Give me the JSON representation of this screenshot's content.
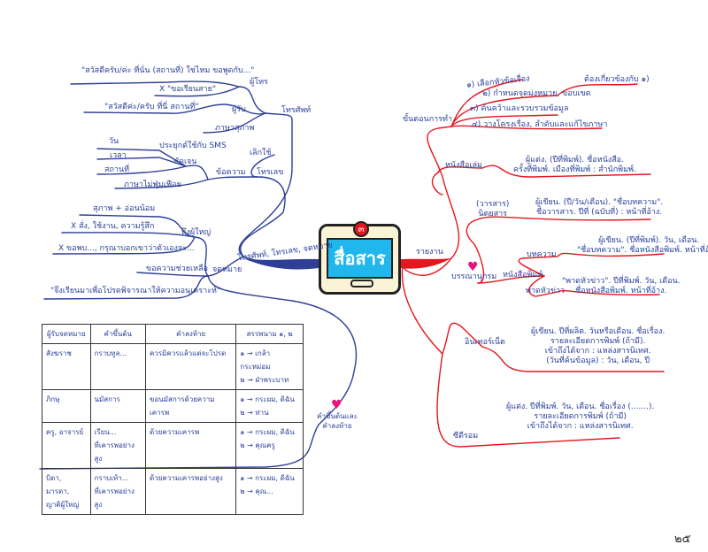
{
  "center": {
    "title": "สื่อสาร",
    "badge": "๓"
  },
  "left": {
    "main_branch": "โทรศัพท์, โทรเลข, จดหมาย",
    "phone": "โทรศัพท์",
    "caller": "ผู้โทร",
    "caller_say": "\"สวัสดีครับ/ค่ะ ที่นั่น (สถานที่) ใช่ไหม ขอพูดกับ...\"",
    "caller_avoid": "X \"ขอเรียนสาย\"",
    "receiver": "ผู้รับ",
    "receiver_say": "\"สวัสดีค่ะ/ครับ ที่นี่ สถานที่\"",
    "polite": "ภาษาสุภาพ",
    "sms": "ประยุกต์ใช้กับ SMS",
    "obsolete": "เลิกใช้",
    "telegram": "โทรเลข",
    "message": "ข้อความ",
    "clear": "ชัดเจน",
    "day": "วัน",
    "time": "เวลา",
    "place": "สถานที่",
    "concise": "ภาษาไม่ฟุ่มเฟือย",
    "letter": "จดหมาย",
    "to_elder": "ถึงผู้ใหญ่",
    "elder_1": "สุภาพ + อ่อนน้อม",
    "elder_2": "X สั่ง, ใช้งาน, ความรู้สึก",
    "elder_3": "X ขอพบ..., กรุณาบอกเขาว่าตัวเองจะ...",
    "ask_help": "ขอความช่วยเหลือ",
    "ask_help_say": "\"จึงเรียนมาเพื่อโปรดพิจารณาให้ความอนุเคราะห์\"",
    "greetings": "คำขึ้นต้นและคำลงท้าย"
  },
  "table": {
    "headers": [
      "ผู้รับจดหมาย",
      "คำขึ้นต้น",
      "คำลงท้าย",
      "สรรพนาม ๑, ๒"
    ],
    "rows": [
      [
        "สังฆราช",
        "กราบทูล...",
        "ควรมิควรแล้วแต่จะโปรด",
        "๑ → เกล้ากระหม่อม\n๒ → ฝ่าพระบาท"
      ],
      [
        "ภิกษุ",
        "นมัสการ",
        "ขอนมัสการด้วยความเคารพ",
        "๑ → กระผม, ดิฉัน\n๒ → ท่าน"
      ],
      [
        "ครู, อาจารย์",
        "เรียน...\nที่เคารพอย่างสูง",
        "ด้วยความเคารพ",
        "๑ → กระผม, ดิฉัน\n๒ → คุณครู"
      ],
      [
        "บิดา, มารดา,\nญาติผู้ใหญ่",
        "กราบเท้า...\nที่เคารพอย่างสูง",
        "ด้วยความเคารพอย่างสูง",
        "๑ → กระผม, ดิฉัน\n๒ → คุณ..."
      ]
    ]
  },
  "right": {
    "report": "รายงาน",
    "steps": "ขั้นตอนการทำ",
    "step1": "๑) เลือกหัวข้อเรื่อง",
    "step2": "๒) กำหนดจุดมุ่งหมาย, ขอบเขต",
    "step2_note": "ต้องเกี่ยวข้องกับ ๑)",
    "step3": "๓) ค้นคว้าและรวบรวมข้อมูล",
    "step4": "๔) วางโครงเรื่อง, ลำดับและแก้ไขภาษา",
    "bibliography": "บรรณานุกรม",
    "book": "หนังสือเล่ม",
    "book_fmt": [
      "ผู้แต่ง. (ปีที่พิมพ์). ชื่อหนังสือ.",
      "ครั้งที่พิมพ์. เมืองที่พิมพ์ : สำนักพิมพ์."
    ],
    "magazine": [
      "(วารสาร)",
      "นิตยสาร"
    ],
    "magazine_fmt": [
      "ผู้เขียน. (ปี/วัน/เดือน). \"ชื่อบทความ\".",
      "ชื่อวารสาร. ปีที่ (ฉบับที่) : หน้าที่อ้าง."
    ],
    "newspaper": "หนังสือพิมพ์",
    "article": "บทความ",
    "article_fmt": [
      "ผู้เขียน. (ปีที่พิมพ์). วัน, เดือน.",
      "\"ชื่อบทความ\". ชื่อหนังสือพิมพ์. หน้าที่อ้าง."
    ],
    "headline": "พาดหัวข่าว",
    "headline_fmt": [
      "\"พาดหัวข่าว\". ปีที่พิมพ์. วัน, เดือน.",
      "ชื่อหนังสือพิมพ์. หน้าที่อ้าง."
    ],
    "internet": "อินเทอร์เน็ต",
    "internet_fmt": [
      "ผู้เขียน. ปีที่ผลิต. วันหรือเดือน. ชื่อเรื่อง.",
      "รายละเอียดการพิมพ์ (ถ้ามี).",
      "เข้าถึงได้จาก : แหล่งสารนิเทศ.",
      "(วันที่ค้นข้อมูล) : วัน, เดือน, ปี"
    ],
    "cdrom": "ซีดีรอม",
    "cdrom_fmt": [
      "ผู้แต่ง. ปีที่พิมพ์. วัน, เดือน. ชื่อเรื่อง (.......).",
      "รายละเอียดการพิมพ์ (ถ้ามี)",
      "เข้าถึงได้จาก : แหล่งสารนิเทศ."
    ]
  },
  "page_number": "๒๕",
  "colors": {
    "left_branch": "#2f3f95",
    "right_branch": "#e4161e",
    "screen": "#22b7ec",
    "heart": "#e8157a"
  }
}
